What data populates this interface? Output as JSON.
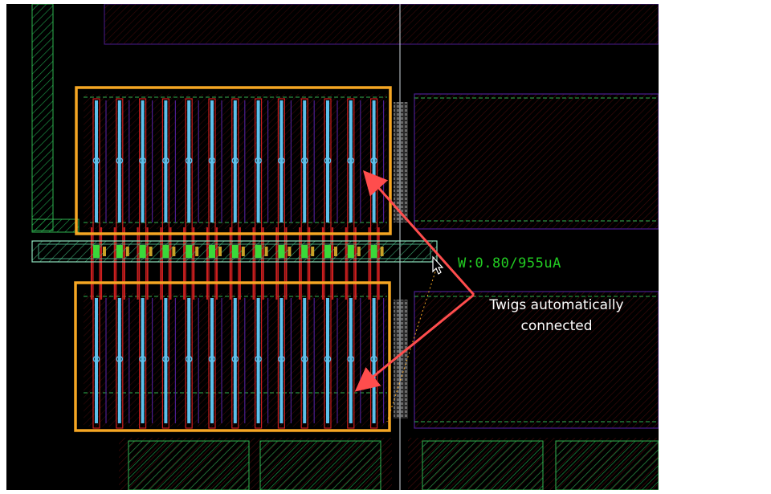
{
  "window": {
    "title": ""
  },
  "measurement_readout": {
    "text": "W:0.80/955uA",
    "color": "#22cc22"
  },
  "annotation": {
    "line1": "Twigs automatically",
    "line2": "connected"
  },
  "colors": {
    "background": "#000000",
    "highlight_box": "#f5a623",
    "callout_arrow": "#ff4d4d",
    "metal_twig": "#5bc0eb",
    "poly_red": "#cc1f1f",
    "cell_outline": "#4b1d8f",
    "via_green": "#39d93a",
    "bus_outline": "#57c99a",
    "cursor_line": "#cfd8e0"
  },
  "icons": {
    "cursor": "pointer-arrow-icon"
  }
}
